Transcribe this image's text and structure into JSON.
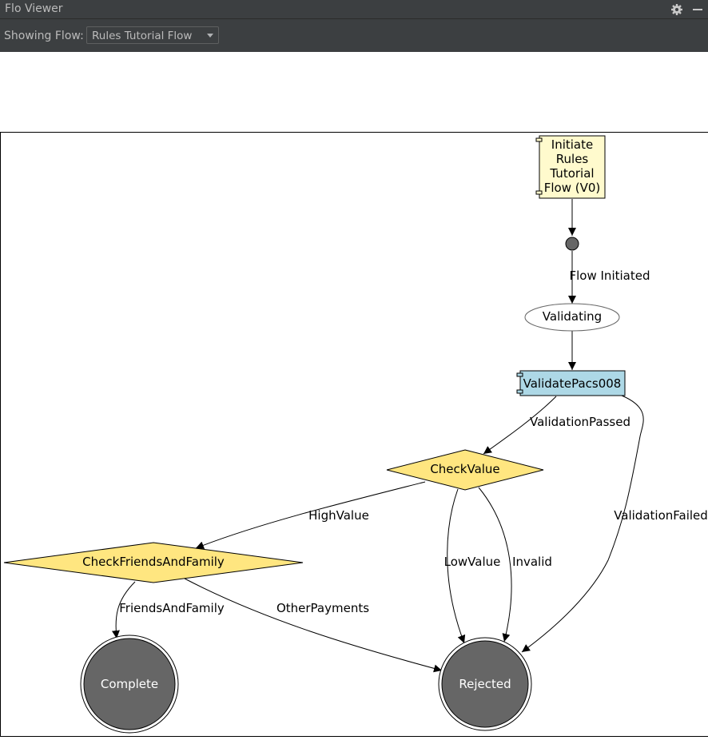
{
  "window": {
    "title": "Flo Viewer",
    "icons": [
      "gear-icon",
      "minimize-icon"
    ]
  },
  "toolbar": {
    "showing_label": "Showing Flow:",
    "flow_selected": "Rules Tutorial Flow"
  },
  "diagram": {
    "nodes": {
      "initiate_lines": [
        "Initiate",
        "Rules",
        "Tutorial",
        "Flow (V0)"
      ],
      "validating": "Validating",
      "validate_pacs": "ValidatePacs008",
      "check_value": "CheckValue",
      "check_ff": "CheckFriendsAndFamily",
      "complete": "Complete",
      "rejected": "Rejected"
    },
    "edges": {
      "flow_initiated": "Flow Initiated",
      "validation_passed": "ValidationPassed",
      "validation_failed": "ValidationFailed",
      "high_value": "HighValue",
      "low_value": "LowValue",
      "invalid": "Invalid",
      "friends_and_family": "FriendsAndFamily",
      "other_payments": "OtherPayments"
    },
    "colors": {
      "initiate_fill": "#fffacd",
      "task_fill": "#add8e6",
      "decision_fill": "#ffe680",
      "terminal_fill": "#666666",
      "junction_fill": "#666666"
    }
  }
}
